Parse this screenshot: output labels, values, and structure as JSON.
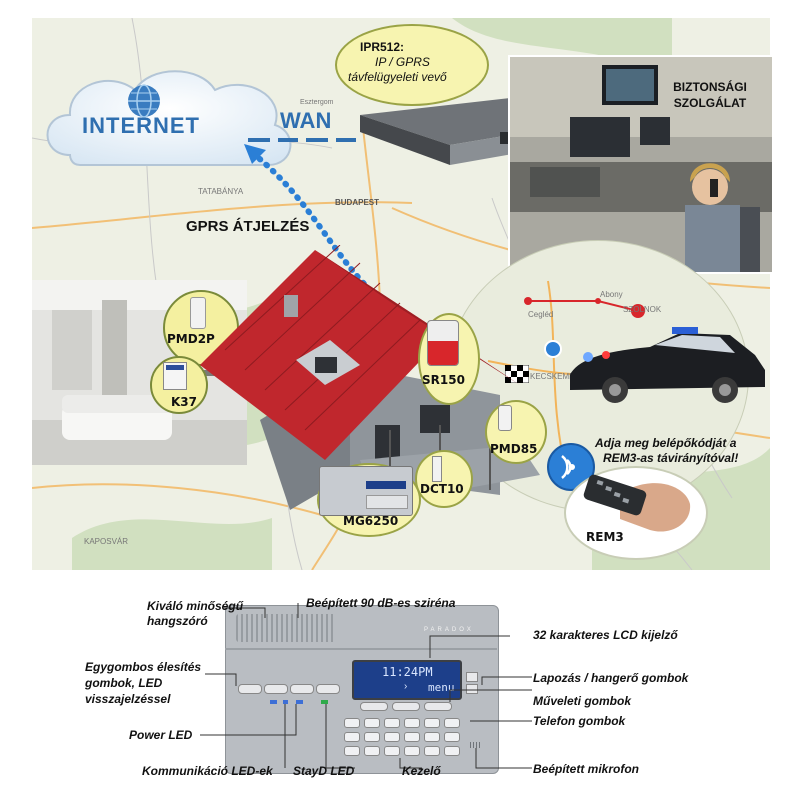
{
  "network": {
    "internet": "INTERNET",
    "wan": "WAN",
    "gprs_label": "GPRS ÁTJELZÉS"
  },
  "receiver": {
    "title": "IPR512:",
    "line2": "IP / GPRS",
    "line3": "távfelügyeleti vevő"
  },
  "security_service": {
    "line1": "BIZTONSÁGI",
    "line2": "SZOLGÁLAT"
  },
  "devices": {
    "pmd2p": "PMD2P",
    "k37": "K37",
    "sr150": "SR150",
    "pmd85": "PMD85",
    "dct10": "DCT10",
    "mg6250": "MG6250",
    "rem3": "REM3"
  },
  "remote_message": {
    "line1": "Adja meg belépőkódját a",
    "line2": "REM3-as távirányítóval!"
  },
  "map_places": {
    "esztergom": "Esztergom",
    "budapest": "BUDAPEST",
    "tatabanya": "TATABÁNYA",
    "kaposvar": "KAPOSVÁR",
    "kecskemet": "KECSKEMÉT",
    "szolnok": "SZOLNOK",
    "cegled": "Cegléd",
    "abony": "Abony"
  },
  "panel": {
    "brand": "PARADOX",
    "lcd_line1": "11:24PM",
    "lcd_line2": "menu"
  },
  "callouts": {
    "speaker_1": "Kiváló minőségű",
    "speaker_2": "hangszóró",
    "siren": "Beépített 90 dB-es sziréna",
    "lcd": "32 karakteres LCD kijelző",
    "onetouch_1": "Egygombos élesítés",
    "onetouch_2": "gombok, LED",
    "onetouch_3": "visszajelzéssel",
    "scroll": "Lapozás / hangerő gombok",
    "action": "Műveleti gombok",
    "phone": "Telefon gombok",
    "power": "Power LED",
    "comm": "Kommunikáció LED-ek",
    "stayd": "StayD LED",
    "keypad": "Kezelő",
    "mic": "Beépített mikrofon"
  },
  "colors": {
    "roof": "#c0272d",
    "wall": "#8f959b",
    "badge": "#f4f0a0",
    "internet_text": "#2f6fb0",
    "signal": "#2b7fd6",
    "route": "#d8262b",
    "panel": "#b9bdc2",
    "lcd": "#1d3f8a"
  }
}
